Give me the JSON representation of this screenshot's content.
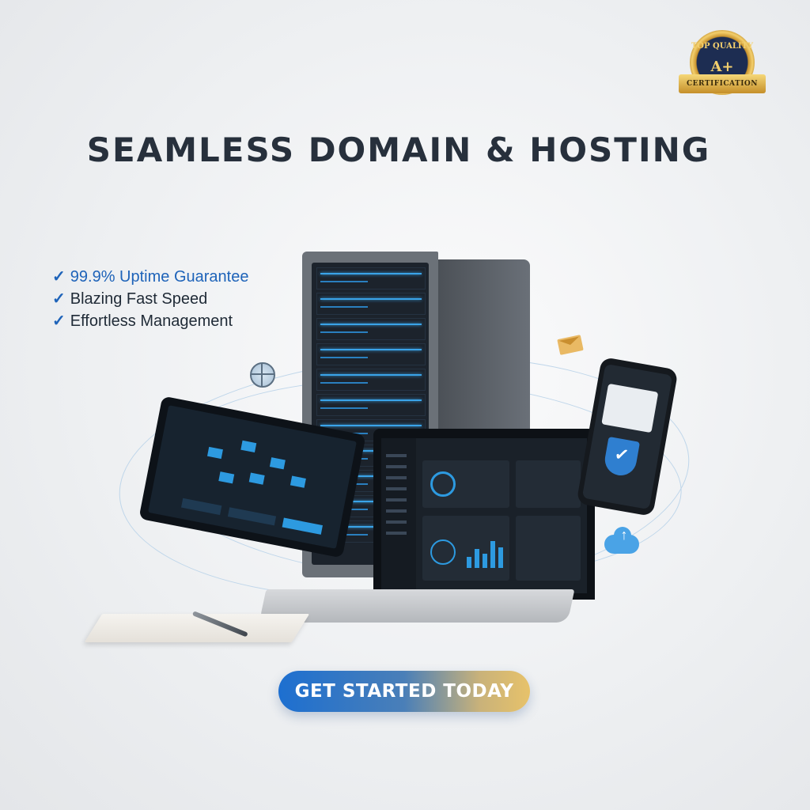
{
  "badge": {
    "line1": "TOP QUALITY",
    "grade": "A+",
    "ribbon": "CERTIFICATION"
  },
  "headline": "SEAMLESS DOMAIN & HOSTING",
  "features": [
    {
      "check": "✓",
      "text": "99.9% Uptime Guarantee"
    },
    {
      "check": "✓",
      "text": "Blazing Fast Speed"
    },
    {
      "check": "✓",
      "text": "Effortless Management"
    }
  ],
  "cta": {
    "label": "GET STARTED TODAY"
  },
  "icons": {
    "badge": "quality-badge-icon",
    "globe": "globe-icon",
    "mail": "envelope-icon",
    "cloud": "cloud-upload-icon",
    "shield": "shield-check-icon",
    "check": "checkmark-icon"
  },
  "colors": {
    "accent": "#1e63b9",
    "headline": "#27303c",
    "gold": "#e7c26a"
  }
}
